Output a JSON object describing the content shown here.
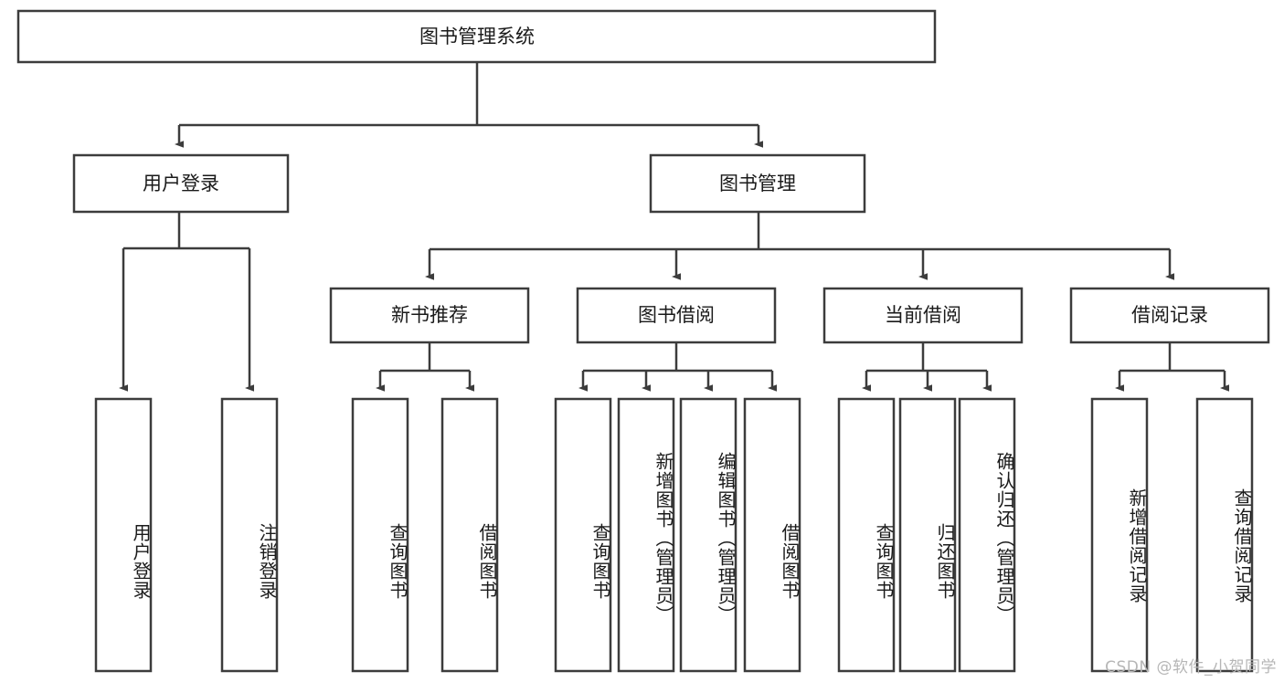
{
  "diagram": {
    "type": "tree-hierarchy-chart",
    "title_node": {
      "label": "图书管理系统"
    },
    "level2": [
      {
        "id": "user-login",
        "label": "用户登录"
      },
      {
        "id": "book-management",
        "label": "图书管理"
      }
    ],
    "level3": [
      {
        "id": "new-book-recommend",
        "label": "新书推荐",
        "parent": "book-management"
      },
      {
        "id": "book-borrow",
        "label": "图书借阅",
        "parent": "book-management"
      },
      {
        "id": "current-borrow",
        "label": "当前借阅",
        "parent": "book-management"
      },
      {
        "id": "borrow-record",
        "label": "借阅记录",
        "parent": "book-management"
      }
    ],
    "leaves": {
      "user-login": [
        {
          "id": "leaf-user-login",
          "label": "用户登录"
        },
        {
          "id": "leaf-user-logout",
          "label": "注销登录"
        }
      ],
      "new-book-recommend": [
        {
          "id": "leaf-query-book-1",
          "label": "查询图书"
        },
        {
          "id": "leaf-borrow-book-1",
          "label": "借阅图书"
        }
      ],
      "book-borrow": [
        {
          "id": "leaf-query-book-2",
          "label": "查询图书"
        },
        {
          "id": "leaf-add-book",
          "label": "新增图书（管理员）"
        },
        {
          "id": "leaf-edit-book",
          "label": "编辑图书（管理员）"
        },
        {
          "id": "leaf-borrow-book-2",
          "label": "借阅图书"
        }
      ],
      "current-borrow": [
        {
          "id": "leaf-query-book-3",
          "label": "查询图书"
        },
        {
          "id": "leaf-return-book",
          "label": "归还图书"
        },
        {
          "id": "leaf-confirm-return",
          "label": "确认归还（管理员）"
        }
      ],
      "borrow-record": [
        {
          "id": "leaf-add-record",
          "label": "新增借阅记录"
        },
        {
          "id": "leaf-query-record",
          "label": "查询借阅记录"
        }
      ]
    },
    "colors": {
      "stroke": "#3c3c3c",
      "fill": "#ffffff",
      "text": "#1a1a1a",
      "watermark": "#b6b6b6"
    }
  },
  "watermark": {
    "text": "CSDN @软件_小贺同学"
  }
}
